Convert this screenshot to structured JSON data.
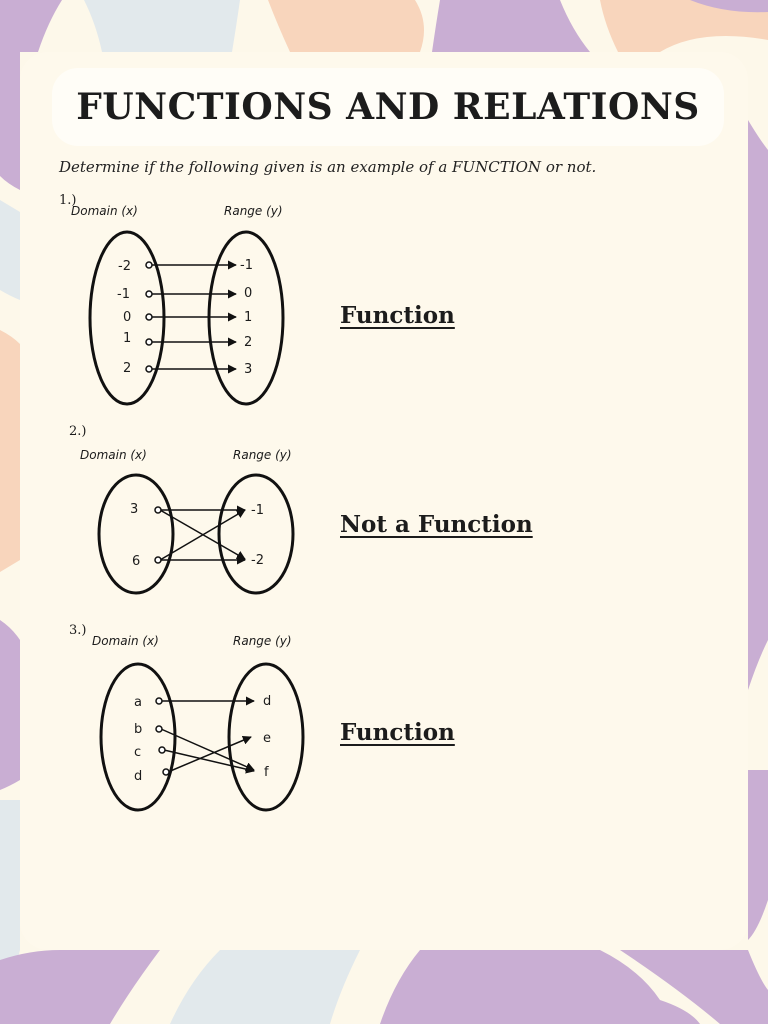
{
  "title": "FUNCTIONS AND RELATIONS",
  "instructions": "Determine if the following given is an example of a FUNCTION or not.",
  "problems": [
    {
      "number": "1.)",
      "domain_label": "Domain (x)",
      "range_label": "Range (y)",
      "domain": [
        "-2",
        "-1",
        "0",
        "1",
        "2"
      ],
      "range": [
        "-1",
        "0",
        "1",
        "2",
        "3"
      ],
      "answer": "Function"
    },
    {
      "number": "2.)",
      "domain_label": "Domain (x)",
      "range_label": "Range (y)",
      "domain": [
        "3",
        "6"
      ],
      "range": [
        "-1",
        "-2"
      ],
      "answer": "Not a Function"
    },
    {
      "number": "3.)",
      "domain_label": "Domain (x)",
      "range_label": "Range (y)",
      "domain": [
        "a",
        "b",
        "c",
        "d"
      ],
      "range": [
        "d",
        "e",
        "f"
      ],
      "answer": "Function"
    }
  ],
  "colors": {
    "lavender": "#c9aed3",
    "peach": "#f8d5bc",
    "pale_blue": "#e2e9ec",
    "cream": "#fef9ec"
  }
}
